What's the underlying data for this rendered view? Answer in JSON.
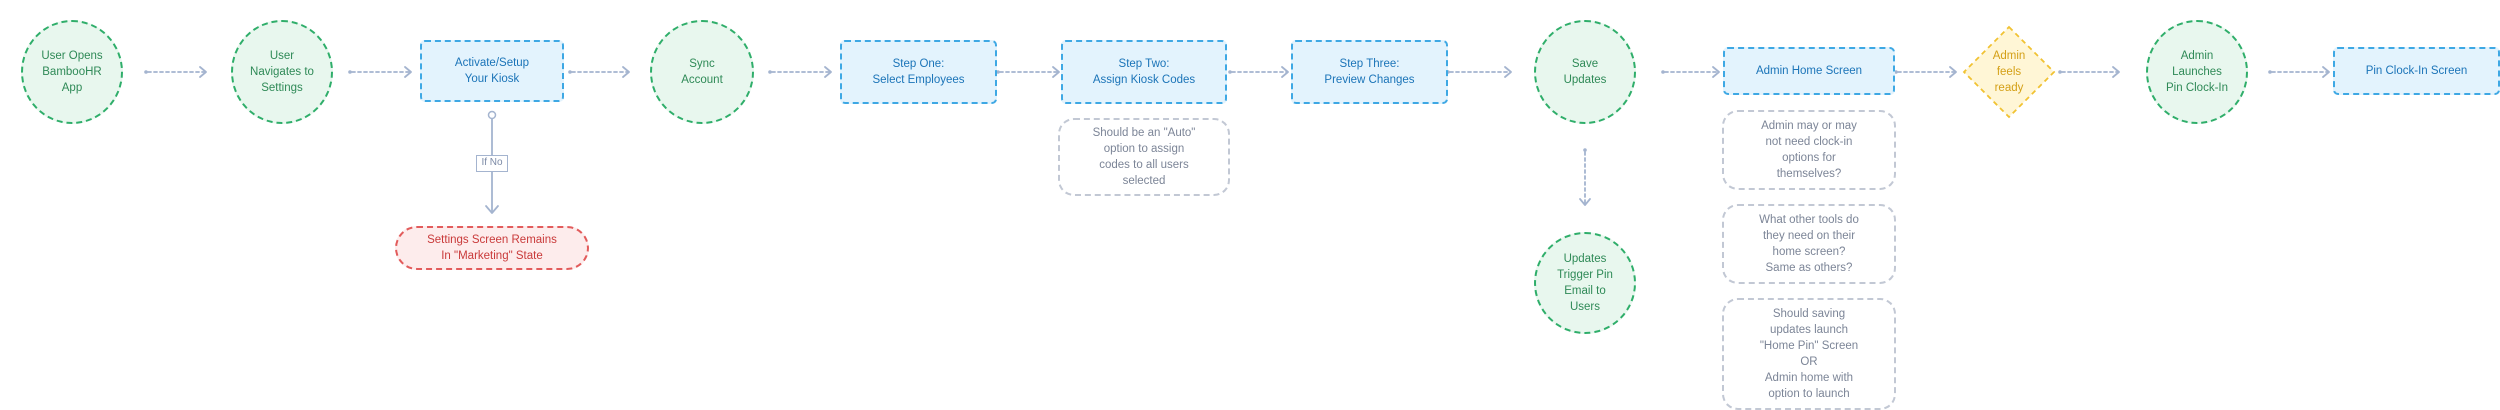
{
  "nodes": {
    "open_app": "User Opens\nBambooHR\nApp",
    "navigate_settings": "User\nNavigates to\nSettings",
    "activate_kiosk": "Activate/Setup\nYour Kiosk",
    "sync_account": "Sync\nAccount",
    "step_one": "Step One:\nSelect Employees",
    "step_two": "Step Two:\nAssign Kiosk Codes",
    "step_three": "Step Three:\nPreview Changes",
    "save_updates": "Save\nUpdates",
    "admin_home": "Admin Home Screen",
    "admin_ready": "Admin\nfeels\nready",
    "admin_launches": "Admin\nLaunches\nPin Clock-In",
    "pin_screen": "Pin Clock-In Screen",
    "marketing_state": "Settings Screen Remains\nIn \"Marketing\" State",
    "trigger_email": "Updates\nTrigger Pin\nEmail to\nUsers"
  },
  "notes": {
    "auto_option": "Should be an \"Auto\"\noption to assign\ncodes to all users\nselected",
    "admin_clockin": "Admin may or may\nnot need clock-in\noptions for\nthemselves?",
    "other_tools": "What other tools do\nthey need on their\nhome screen?\nSame as others?",
    "saving_launch": "Should saving\nupdates launch\n\"Home Pin\" Screen\nOR\nAdmin home with\noption to launch"
  },
  "edge_labels": {
    "if_no": "If No"
  },
  "colors": {
    "circle_border": "#2fae6a",
    "circle_fill": "#e8f7ee",
    "process_border": "#3ea8e4",
    "process_fill": "#e3f3fd",
    "note_border": "#c2c8d4",
    "terminal_border": "#e25b5b",
    "terminal_fill": "#fdecec",
    "decision_border": "#f1c232",
    "decision_fill": "#fff6d6",
    "connector": "#a4b4cf"
  }
}
